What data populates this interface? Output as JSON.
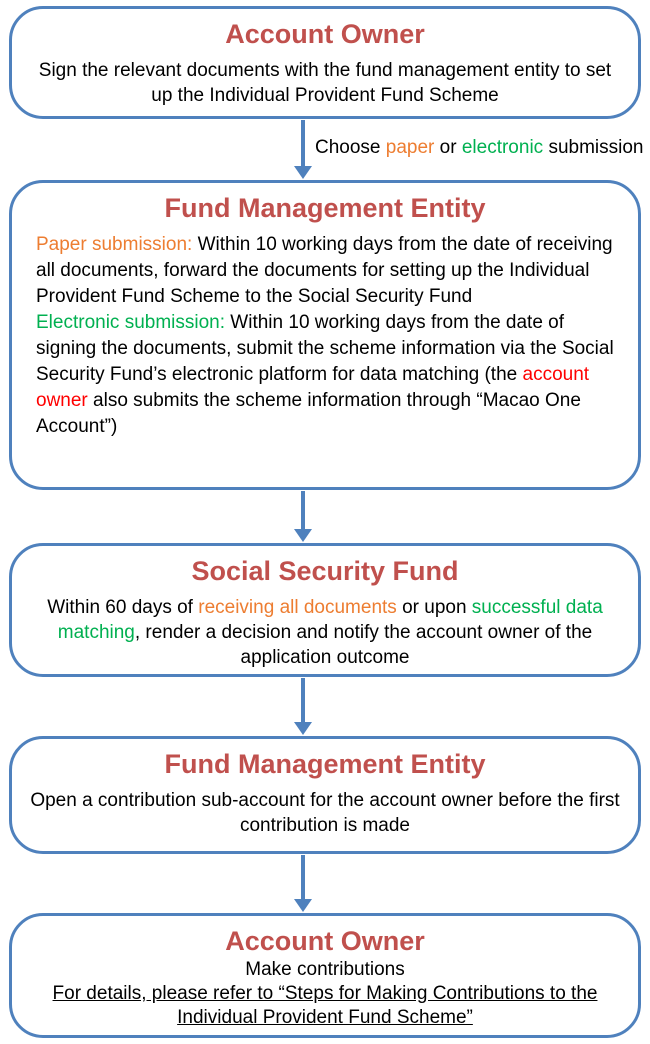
{
  "colors": {
    "box_border": "#4F81BD",
    "arrow": "#4F81BD",
    "step_title": "#C0504D",
    "paper_orange": "#ED7D31",
    "electronic_green": "#00B050",
    "highlight_red": "#FF0000",
    "body_text": "#000000"
  },
  "arrow_label": {
    "pre": "Choose ",
    "paper": "paper",
    "mid": " or ",
    "electronic": "electronic",
    "post": " submission"
  },
  "steps": [
    {
      "title": "Account Owner",
      "body": "Sign the relevant documents with the fund management entity to set up the Individual Provident Fund Scheme"
    },
    {
      "title": "Fund Management Entity",
      "paper": {
        "label": "Paper submission:",
        "text": " Within 10 working days from the date of receiving all documents, forward the documents for setting up the Individual Provident Fund Scheme to the Social Security Fund"
      },
      "electronic": {
        "label": "Electronic submission:",
        "text1": " Within 10 working days from the date of signing the documents, submit the scheme information via the Social Security Fund’s electronic platform for data matching (the ",
        "highlight": "account owner",
        "text2": " also submits the scheme information through “Macao One Account”)"
      }
    },
    {
      "title": "Social Security Fund",
      "body1": "Within 60 days of ",
      "highlight_orange": "receiving all documents",
      "body2": " or upon ",
      "highlight_green": "successful data matching",
      "body3": ", render a decision and notify the account owner of the application outcome"
    },
    {
      "title": "Fund Management Entity",
      "body": "Open a contribution sub-account for the account owner before the first contribution is made"
    },
    {
      "title": "Account Owner",
      "body": "Make contributions",
      "note": "For details, please refer to “Steps for Making Contributions to the Individual Provident Fund Scheme”"
    }
  ]
}
